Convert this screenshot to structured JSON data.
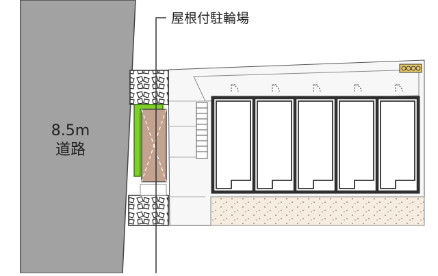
{
  "road": {
    "width_text": "8.5m",
    "name_text": "道路"
  },
  "callout": {
    "text": "屋根付駐輪場"
  },
  "colors": {
    "road": "#a2a2a2",
    "lot_fill": "#f7f7f7",
    "planting_border": "#2b2b2b",
    "bike_parking": "#c3a28f",
    "green_strip": "#7fcf28",
    "sand": "#f6ece0",
    "unit_fill": "#ffffff",
    "outline": "#3a3a3a"
  },
  "icons": [
    "door-swing-icon",
    "utility-meter-icon",
    "staircase-icon"
  ]
}
